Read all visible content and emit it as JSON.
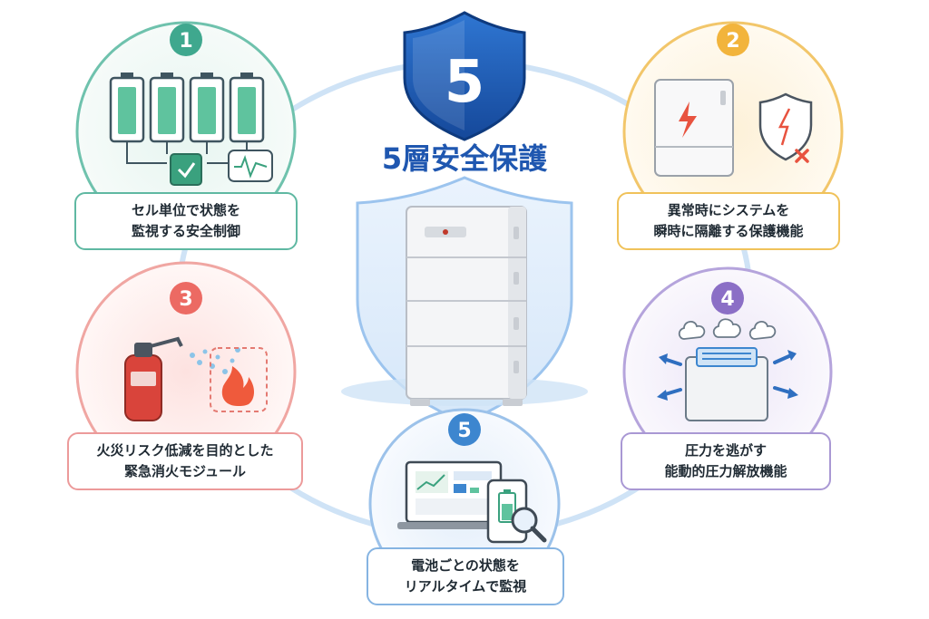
{
  "title": "5層安全保護",
  "shield_number": "5",
  "colors": {
    "teal": "#3fa88e",
    "yellow": "#f2b43c",
    "red": "#ec6a63",
    "purple": "#8b6fc6",
    "blue": "#3d86cf",
    "navy": "#1f57b0"
  },
  "features": [
    {
      "number": "1",
      "line1": "セル単位で状態を",
      "line2": "監視する安全制御"
    },
    {
      "number": "2",
      "line1": "異常時にシステムを",
      "line2": "瞬時に隔離する保護機能"
    },
    {
      "number": "3",
      "line1": "火災リスク低減を目的とした",
      "line2": "緊急消火モジュール"
    },
    {
      "number": "4",
      "line1": "圧力を逃がす",
      "line2": "能動的圧力解放機能"
    },
    {
      "number": "5",
      "line1": "電池ごとの状態を",
      "line2": "リアルタイムで監視"
    }
  ]
}
